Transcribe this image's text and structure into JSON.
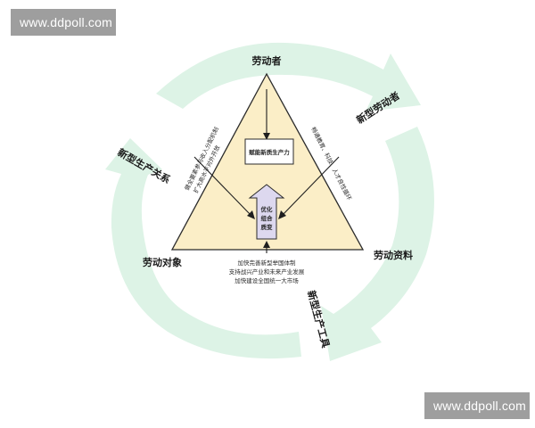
{
  "watermark": {
    "top": "www.ddpoll.com",
    "bottom": "www.ddpoll.com"
  },
  "nodes": {
    "top": "劳动者",
    "left": "劳动对象",
    "right": "劳动资料"
  },
  "cycle_labels": {
    "new_workers": "新型劳动者",
    "new_relations": "新型生产关系",
    "new_tools": "新型生产工具"
  },
  "center": {
    "box": "赋能新质生产力",
    "arrow_lines": [
      "优化",
      "组合",
      "质变"
    ]
  },
  "side_texts": {
    "left_line1": "健全要素参与收入分配机制",
    "left_line2": "扩大高水平对外开放",
    "right_line1": "畅通教育、科技、人才良性循环"
  },
  "bottom_texts": [
    "加快完善新型举国体制",
    "支持战兴产业和未来产业发展",
    "加快建设全国统一大市场"
  ],
  "colors": {
    "cycle": "#ddf3e6",
    "triangle_fill": "#fbeec7",
    "triangle_stroke": "#2b2b2b",
    "center_arrow": "#ddd8ef"
  }
}
